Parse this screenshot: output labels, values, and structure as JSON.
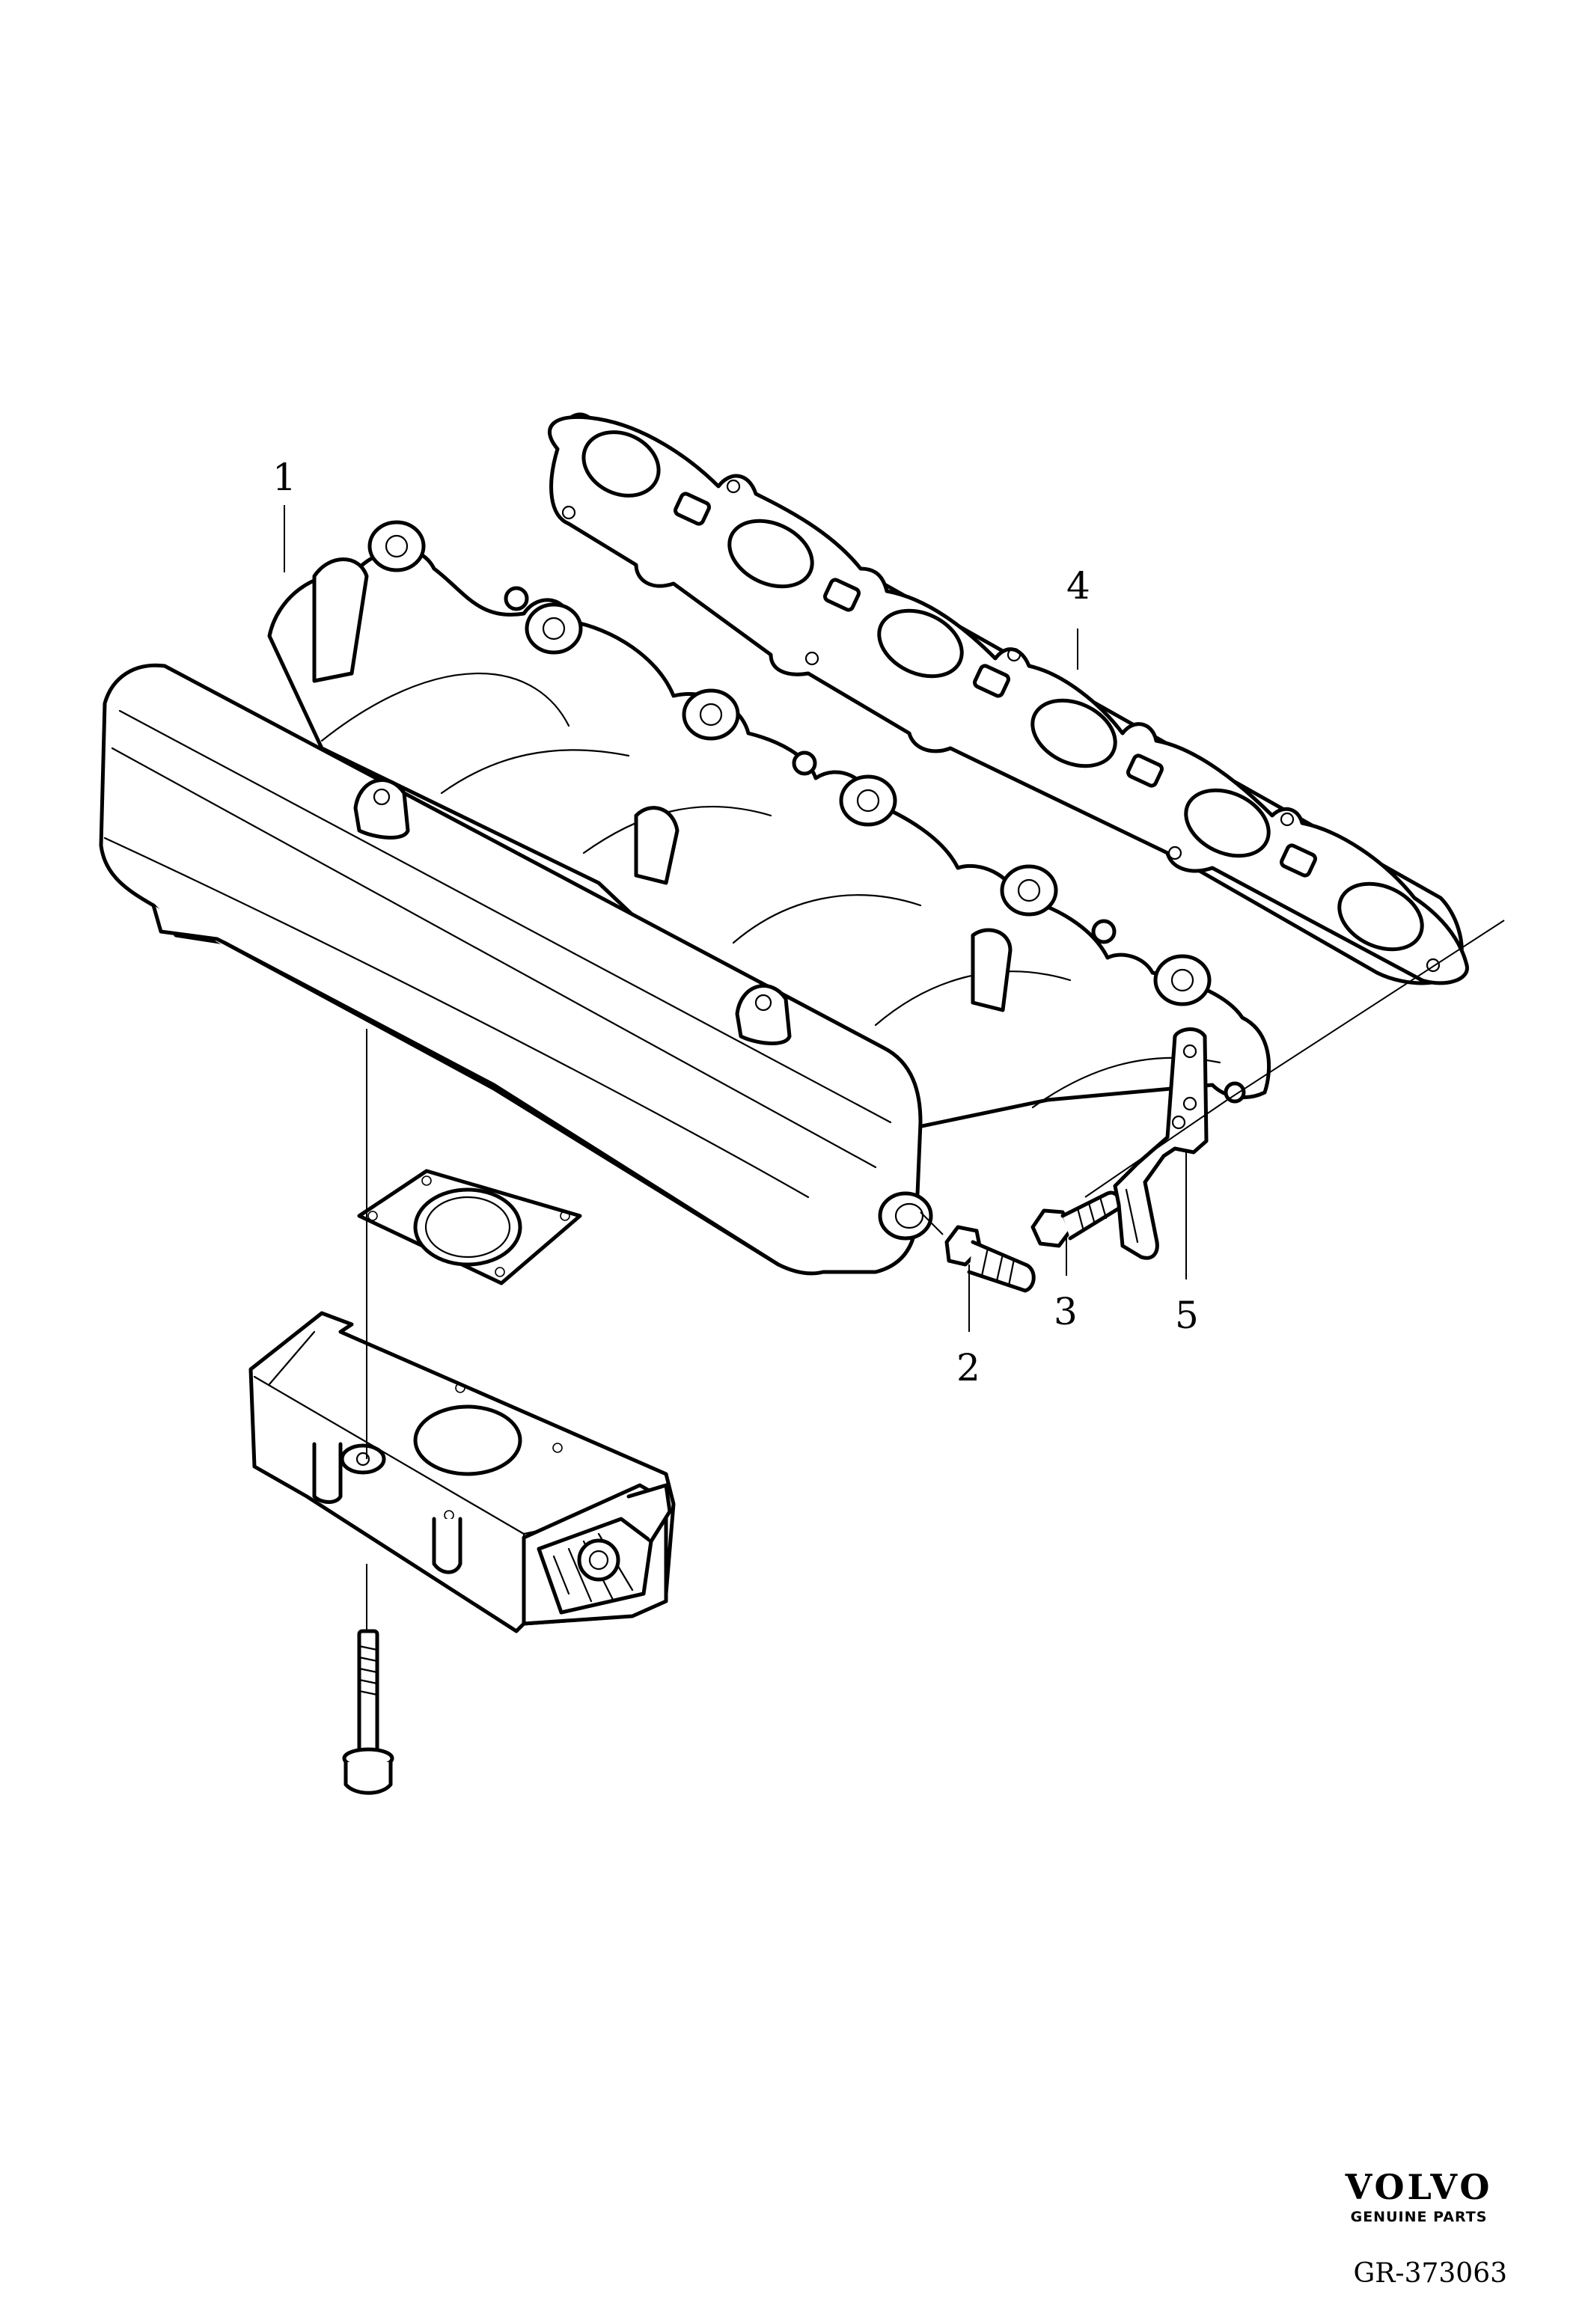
{
  "callouts": [
    {
      "id": "1",
      "text": "1"
    },
    {
      "id": "2",
      "text": "2"
    },
    {
      "id": "3",
      "text": "3"
    },
    {
      "id": "4",
      "text": "4"
    },
    {
      "id": "5",
      "text": "5"
    }
  ],
  "brand": {
    "name": "VOLVO",
    "subtitle": "GENUINE PARTS"
  },
  "figure_ref": "GR-373063",
  "icons": {
    "logo": "volvo-wordmark"
  }
}
